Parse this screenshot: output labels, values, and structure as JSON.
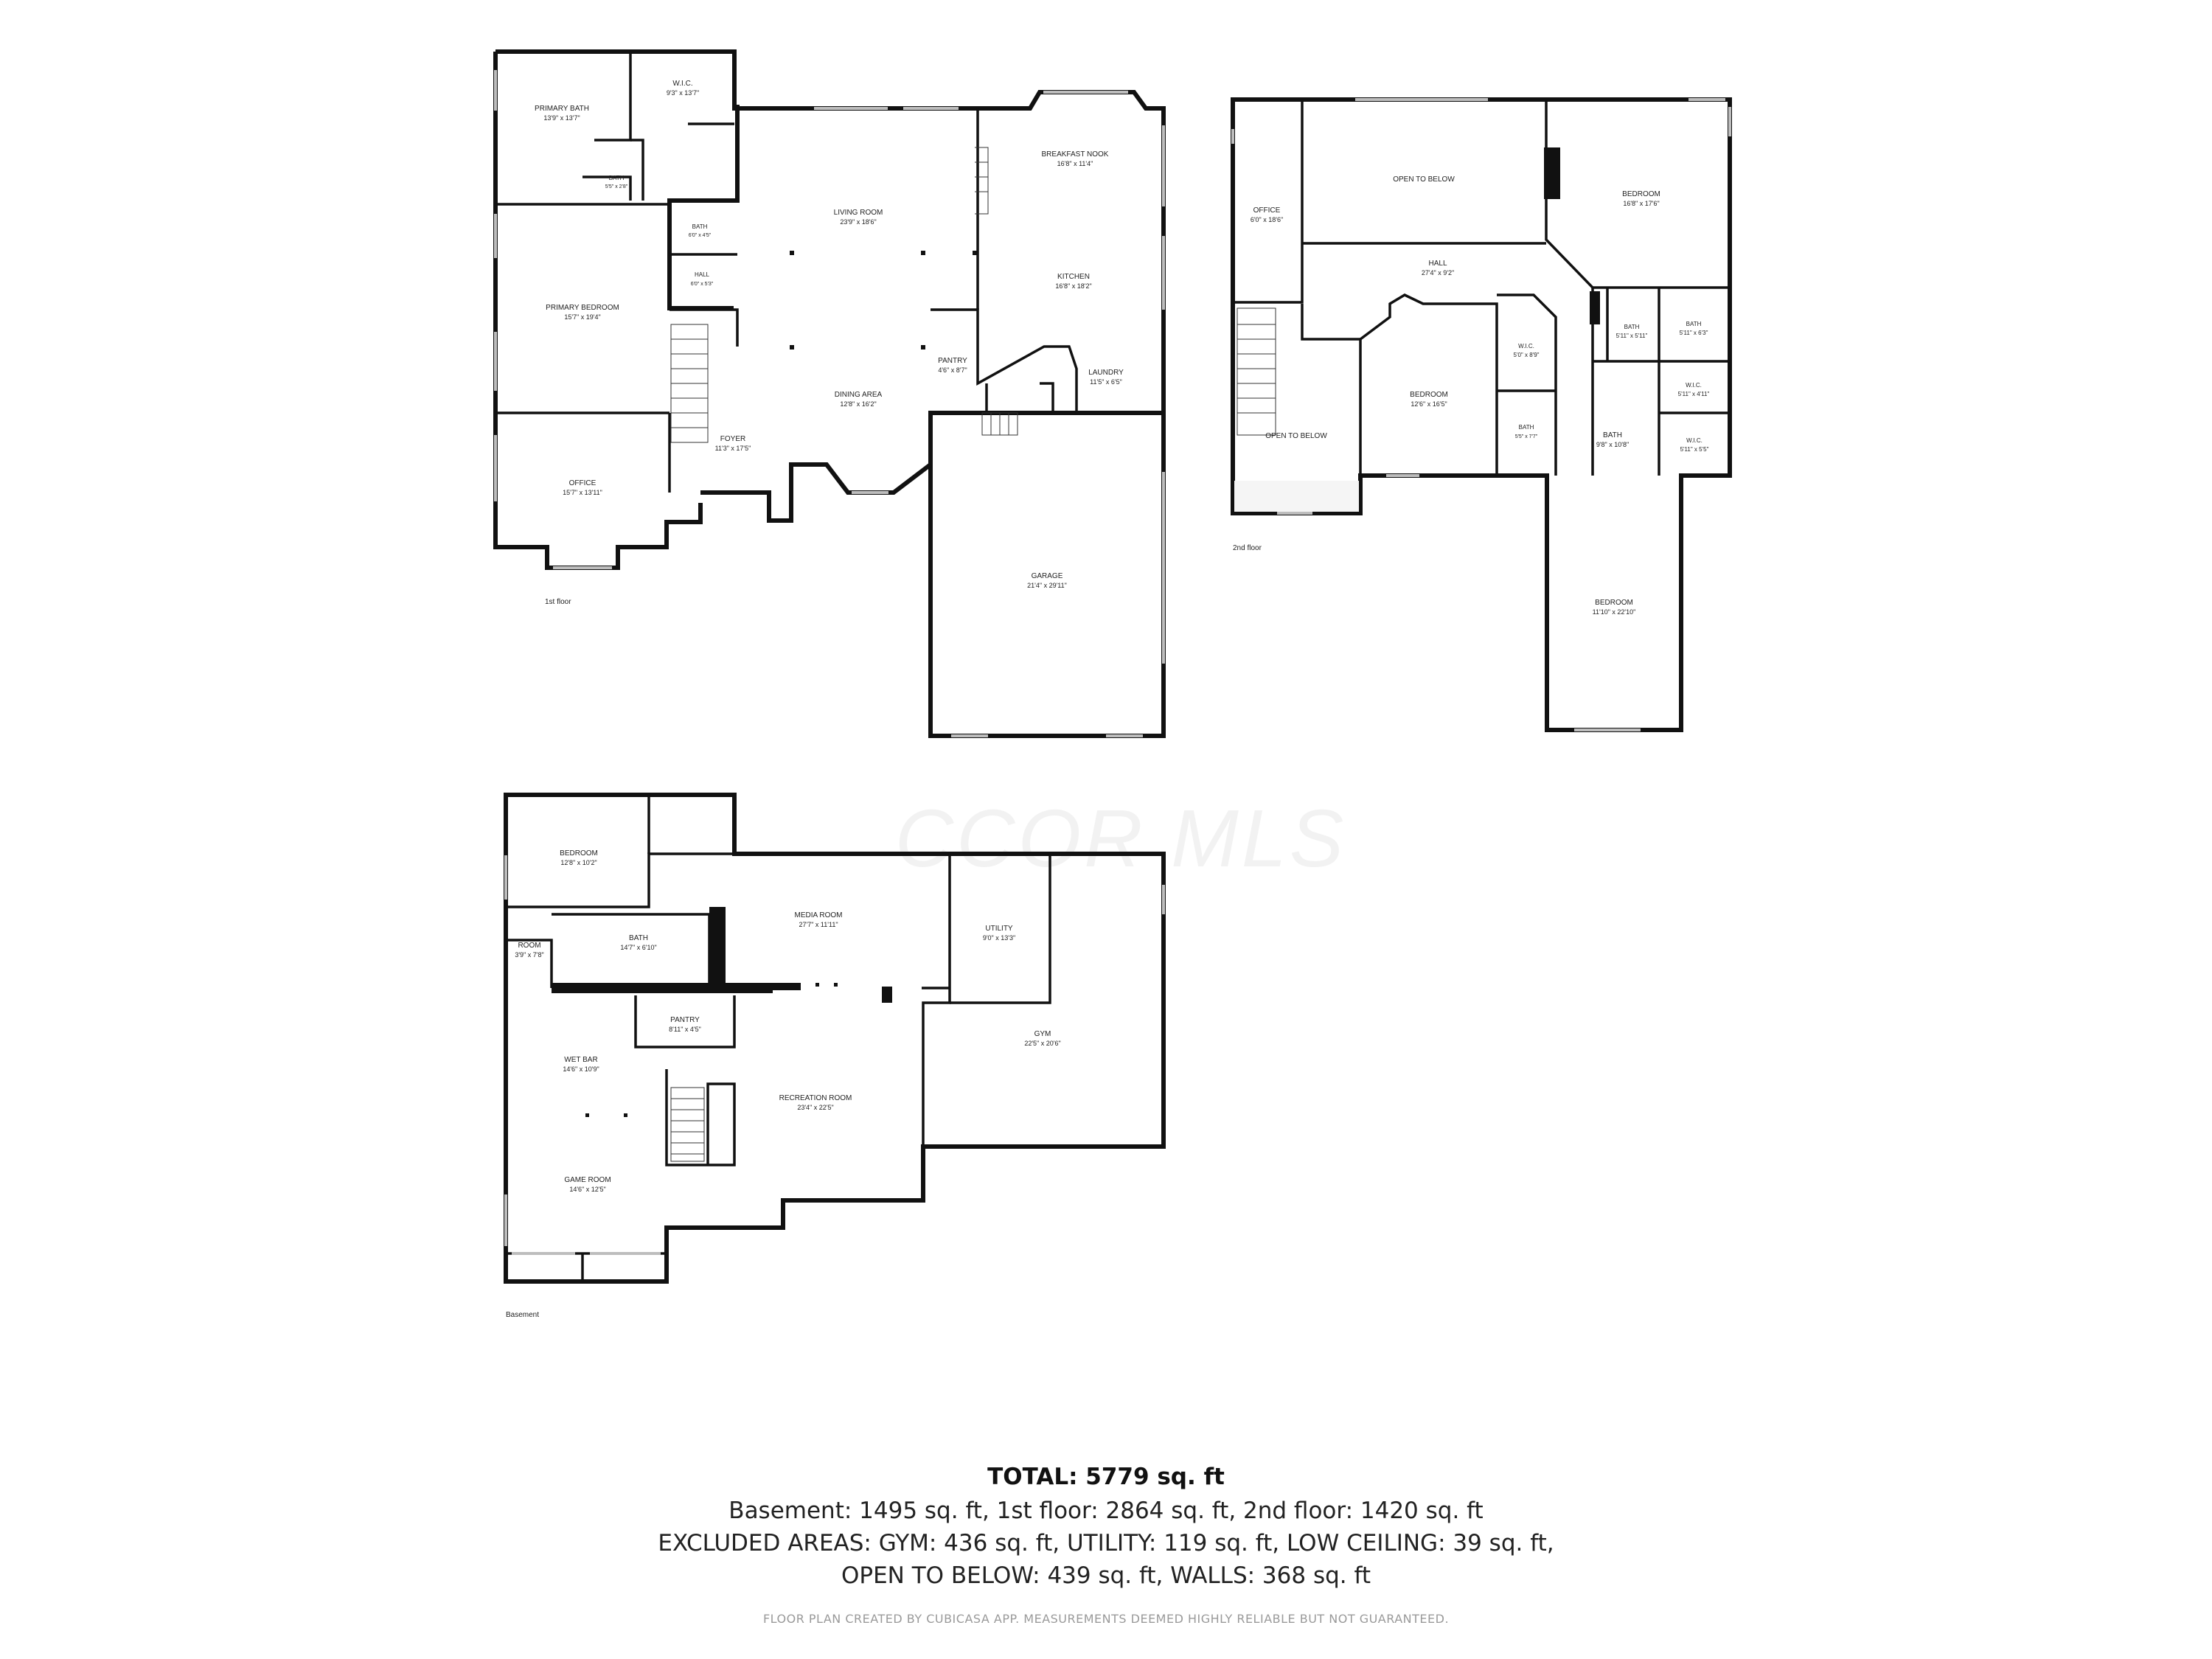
{
  "floors": {
    "first": {
      "label": "1st floor",
      "rooms": [
        {
          "id": "primary-bath",
          "name": "PRIMARY BATH",
          "dim": "13'9\" x 13'7\""
        },
        {
          "id": "wic-1",
          "name": "W.I.C.",
          "dim": "9'3\" x 13'7\""
        },
        {
          "id": "bath-small-1",
          "name": "BATH",
          "dim": "5'5\" x 2'8\""
        },
        {
          "id": "bath-hall-1",
          "name": "BATH",
          "dim": "6'0\" x 4'5\""
        },
        {
          "id": "hall-1",
          "name": "HALL",
          "dim": "6'0\" x 5'3\""
        },
        {
          "id": "primary-bedroom",
          "name": "PRIMARY BEDROOM",
          "dim": "15'7\" x 19'4\""
        },
        {
          "id": "office-1",
          "name": "OFFICE",
          "dim": "15'7\" x 13'11\""
        },
        {
          "id": "living-room",
          "name": "LIVING ROOM",
          "dim": "23'9\" x 18'6\""
        },
        {
          "id": "breakfast-nook",
          "name": "BREAKFAST NOOK",
          "dim": "16'8\" x 11'4\""
        },
        {
          "id": "kitchen",
          "name": "KITCHEN",
          "dim": "16'8\" x 18'2\""
        },
        {
          "id": "pantry-1",
          "name": "PANTRY",
          "dim": "4'6\" x 8'7\""
        },
        {
          "id": "laundry",
          "name": "LAUNDRY",
          "dim": "11'5\" x 6'5\""
        },
        {
          "id": "dining-area",
          "name": "DINING AREA",
          "dim": "12'8\" x 16'2\""
        },
        {
          "id": "foyer",
          "name": "FOYER",
          "dim": "11'3\" x 17'5\""
        },
        {
          "id": "garage",
          "name": "GARAGE",
          "dim": "21'4\" x 29'11\""
        }
      ]
    },
    "second": {
      "label": "2nd floor",
      "rooms": [
        {
          "id": "office-2",
          "name": "OFFICE",
          "dim": "6'0\" x 18'6\""
        },
        {
          "id": "open-below-1",
          "name": "OPEN TO BELOW",
          "dim": ""
        },
        {
          "id": "bedroom-2a",
          "name": "BEDROOM",
          "dim": "16'8\" x 17'6\""
        },
        {
          "id": "hall-2",
          "name": "HALL",
          "dim": "27'4\" x 9'2\""
        },
        {
          "id": "bath-2a",
          "name": "BATH",
          "dim": "5'11\" x 5'11\""
        },
        {
          "id": "bath-2b",
          "name": "BATH",
          "dim": "5'11\" x 6'3\""
        },
        {
          "id": "wic-2a",
          "name": "W.I.C.",
          "dim": "5'0\" x 8'9\""
        },
        {
          "id": "wic-2b",
          "name": "W.I.C.",
          "dim": "5'11\" x 4'11\""
        },
        {
          "id": "bedroom-2b",
          "name": "BEDROOM",
          "dim": "12'6\" x 16'5\""
        },
        {
          "id": "open-below-2",
          "name": "OPEN TO BELOW",
          "dim": ""
        },
        {
          "id": "bath-2c",
          "name": "BATH",
          "dim": "5'5\" x 7'7\""
        },
        {
          "id": "bath-2d",
          "name": "BATH",
          "dim": "9'8\" x 10'8\""
        },
        {
          "id": "wic-2c",
          "name": "W.I.C.",
          "dim": "5'11\" x 5'5\""
        },
        {
          "id": "bedroom-2c",
          "name": "BEDROOM",
          "dim": "11'10\" x 22'10\""
        }
      ]
    },
    "basement": {
      "label": "Basement",
      "rooms": [
        {
          "id": "bedroom-b",
          "name": "BEDROOM",
          "dim": "12'8\" x 10'2\""
        },
        {
          "id": "media-room",
          "name": "MEDIA ROOM",
          "dim": "27'7\" x 11'11\""
        },
        {
          "id": "utility",
          "name": "UTILITY",
          "dim": "9'0\" x 13'3\""
        },
        {
          "id": "room-b",
          "name": "ROOM",
          "dim": "3'9\" x 7'8\""
        },
        {
          "id": "bath-b",
          "name": "BATH",
          "dim": "14'7\" x 6'10\""
        },
        {
          "id": "pantry-b",
          "name": "PANTRY",
          "dim": "8'11\" x 4'5\""
        },
        {
          "id": "wet-bar",
          "name": "WET BAR",
          "dim": "14'6\" x 10'9\""
        },
        {
          "id": "gym",
          "name": "GYM",
          "dim": "22'5\" x 20'6\""
        },
        {
          "id": "recreation-room",
          "name": "RECREATION ROOM",
          "dim": "23'4\" x 22'5\""
        },
        {
          "id": "game-room",
          "name": "GAME ROOM",
          "dim": "14'6\" x 12'5\""
        }
      ]
    }
  },
  "watermark": "CCOR MLS",
  "summary": {
    "total": "TOTAL: 5779 sq. ft",
    "line1": "Basement: 1495 sq. ft, 1st floor: 2864 sq. ft, 2nd floor: 1420 sq. ft",
    "line2": "EXCLUDED AREAS: GYM: 436 sq. ft, UTILITY: 119 sq. ft, LOW CEILING: 39 sq. ft,",
    "line3": "OPEN TO BELOW: 439 sq. ft, WALLS: 368 sq. ft"
  },
  "footer": "FLOOR PLAN CREATED BY CUBICASA APP. MEASUREMENTS DEEMED HIGHLY RELIABLE BUT NOT GUARANTEED."
}
